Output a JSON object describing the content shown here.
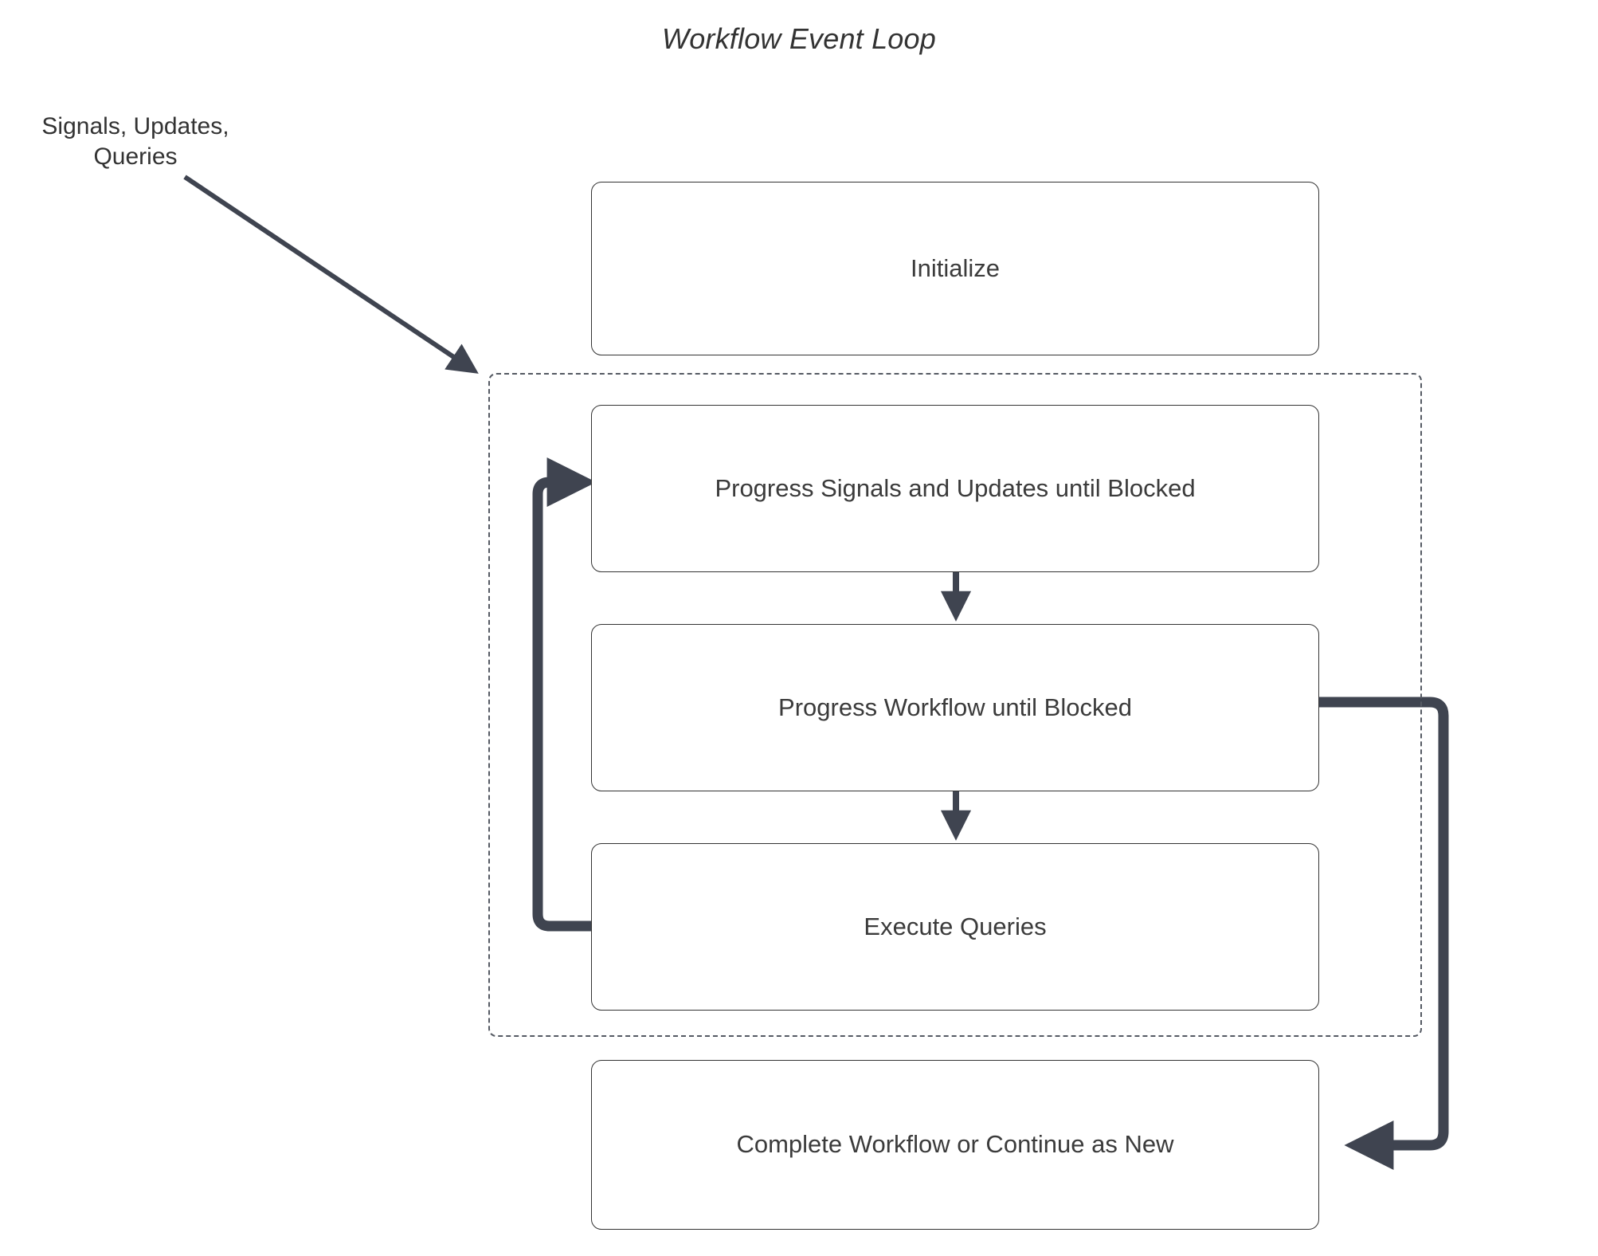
{
  "diagram": {
    "title": "Workflow Event Loop",
    "type": "flowchart",
    "background_color": "#ffffff",
    "node_border_color": "#333333",
    "node_fill_color": "#ffffff",
    "edge_color": "#3f4450",
    "subgraph_border_color": "#555a63",
    "text_color": "#333333"
  },
  "labels": {
    "external_input": "Signals, Updates,\nQueries"
  },
  "nodes": [
    {
      "id": "initialize",
      "label": "Initialize"
    },
    {
      "id": "progress-signals",
      "label": "Progress Signals and Updates until Blocked"
    },
    {
      "id": "progress-workflow",
      "label": "Progress Workflow until Blocked"
    },
    {
      "id": "execute-queries",
      "label": "Execute Queries"
    },
    {
      "id": "complete-workflow",
      "label": "Complete Workflow or Continue as New"
    }
  ],
  "subgraph": {
    "id": "event-loop-group",
    "label": "",
    "contains": [
      "progress-signals",
      "progress-workflow",
      "execute-queries"
    ]
  },
  "edges": [
    {
      "from": "external_input",
      "to": "event-loop-group",
      "style": "thin-arrow"
    },
    {
      "from": "progress-signals",
      "to": "progress-workflow",
      "style": "arrow-down"
    },
    {
      "from": "progress-workflow",
      "to": "execute-queries",
      "style": "arrow-down"
    },
    {
      "from": "execute-queries",
      "to": "progress-signals",
      "style": "loop-back-left"
    },
    {
      "from": "progress-workflow",
      "to": "complete-workflow",
      "style": "return-right"
    }
  ]
}
